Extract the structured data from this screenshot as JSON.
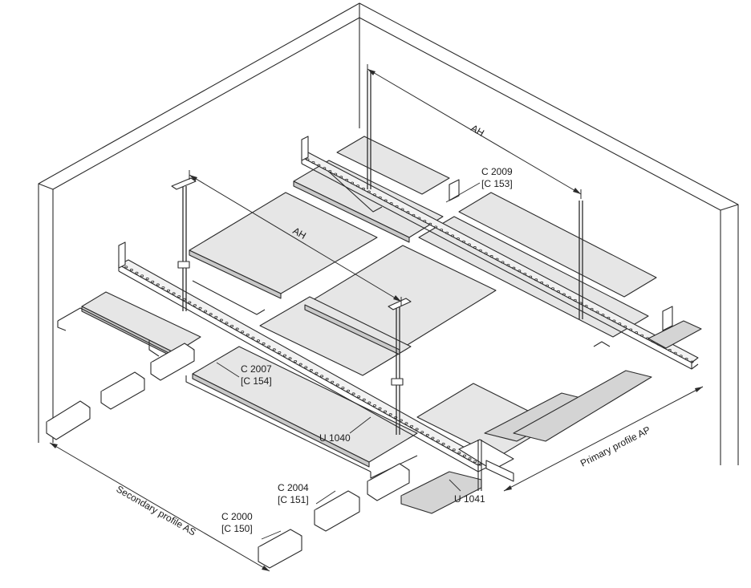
{
  "colors": {
    "line": "#2b2b2b",
    "panel": "#e6e6e6",
    "panel_dark": "#c9c9c9",
    "wall": "#ffffff"
  },
  "dimensions": {
    "ah_back": "AH",
    "ah_front": "AH",
    "secondary_profile": "Secondary profile AS",
    "primary_profile": "Primary profile AP"
  },
  "labels": {
    "c2009": "C 2009",
    "c153": "[C 153]",
    "c2007": "C 2007",
    "c154": "[C 154]",
    "u1040": "U 1040",
    "c2004": "C 2004",
    "c151": "[C 151]",
    "c2000": "C 2000",
    "c150": "[C 150]",
    "u1041": "U 1041"
  }
}
